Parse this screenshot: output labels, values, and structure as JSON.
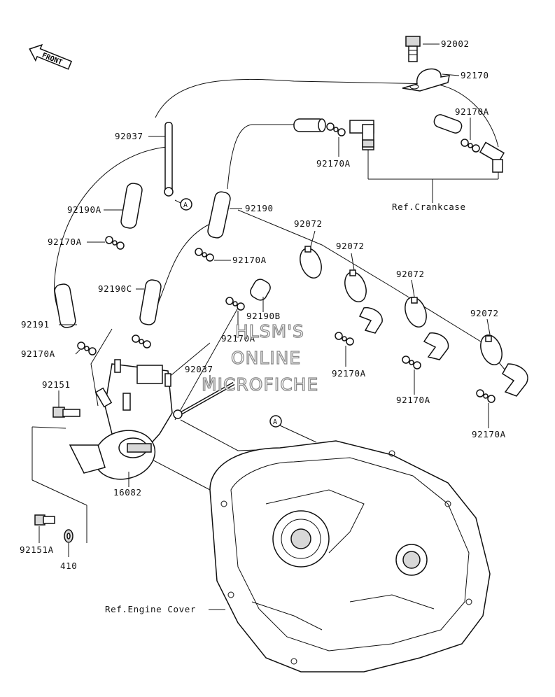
{
  "diagram": {
    "orientation_label": "FRONT",
    "watermark": [
      "HLSM'S",
      "ONLINE",
      "MICROFICHE"
    ],
    "part_labels": {
      "p92002": "92002",
      "p92170": "92170",
      "p92170A_top_right": "92170A",
      "p92037_top": "92037",
      "p92170A_top_mid": "92170A",
      "p92190A": "92190A",
      "p92190": "92190",
      "p92170A_left": "92170A",
      "p92170A_mid": "92170A",
      "p92072_a": "92072",
      "p92072_b": "92072",
      "p92072_c": "92072",
      "p92072_d": "92072",
      "p92190C": "92190C",
      "p92190B": "92190B",
      "p92170A_center": "92170A",
      "p92191": "92191",
      "p92170A_lower_left": "92170A",
      "p92170A_lower_mid": "92170A",
      "p92170A_lower_right1": "92170A",
      "p92170A_lower_right2": "92170A",
      "p92037_mid": "92037",
      "p92151": "92151",
      "p16082": "16082",
      "p92151A": "92151A",
      "p410": "410",
      "ref_crankcase": "Ref.Crankcase",
      "ref_engine_cover": "Ref.Engine Cover",
      "marker_a": "A"
    }
  }
}
